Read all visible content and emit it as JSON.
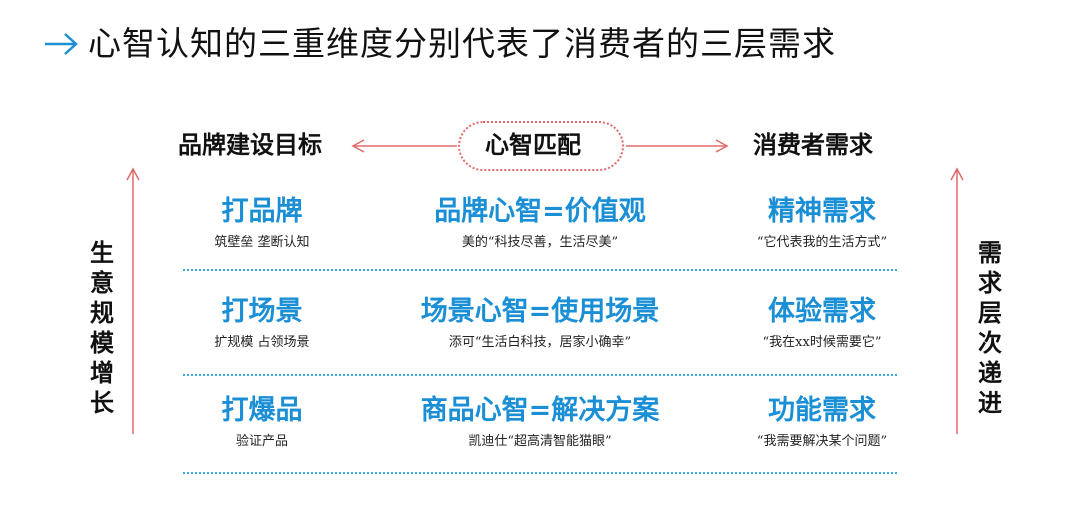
{
  "title": "心智认知的三重维度分别代表了消费者的三层需求",
  "headers": {
    "left": "品牌建设目标",
    "middle": "心智匹配",
    "right": "消费者需求"
  },
  "rows": [
    {
      "brand_goal": "打品牌",
      "brand_goal_note": "筑壁垒 垄断认知",
      "mind": "品牌心智=价值观",
      "mind_example": "美的“科技尽善，生活尽美”",
      "need": "精神需求",
      "need_quote": "“它代表我的生活方式”"
    },
    {
      "brand_goal": "打场景",
      "brand_goal_note": "扩规模 占领场景",
      "mind": "场景心智=使用场景",
      "mind_example": "添可“生活白科技，居家小确幸”",
      "need": "体验需求",
      "need_quote": "“我在xx时候需要它”"
    },
    {
      "brand_goal": "打爆品",
      "brand_goal_note": "验证产品",
      "mind": "商品心智=解决方案",
      "mind_example": "凯迪仕“超高清智能猫眼”",
      "need": "功能需求",
      "need_quote": "“我需要解决某个问题”"
    }
  ],
  "side_labels": {
    "left": [
      "生",
      "意",
      "规",
      "模",
      "增",
      "长"
    ],
    "right": [
      "需",
      "求",
      "层",
      "次",
      "递",
      "进"
    ]
  },
  "colors": {
    "accent_blue": "#1a8fd6",
    "arrow_red": "#e06a6a",
    "divider_blue": "#3aa8d8"
  }
}
